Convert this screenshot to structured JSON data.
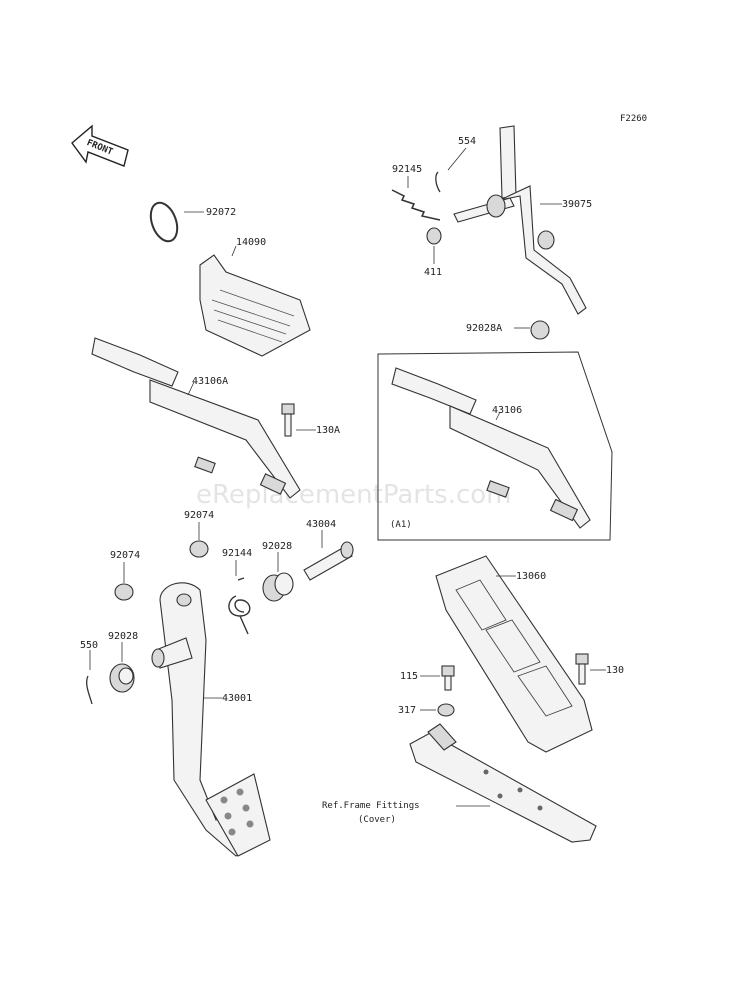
{
  "figure_code": "F2260",
  "front_label": "FRONT",
  "watermark": "eReplacementParts.com",
  "callouts": {
    "p92072": "92072",
    "p14090": "14090",
    "p43106A": "43106A",
    "p130A": "130A",
    "p92074_a": "92074",
    "p92074_b": "92074",
    "p92144": "92144",
    "p92028_a": "92028",
    "p43004": "43004",
    "p550": "550",
    "p92028_b": "92028",
    "p43001": "43001",
    "p554": "554",
    "p92145": "92145",
    "p39075": "39075",
    "p411": "411",
    "p92028A": "92028A",
    "p43106": "43106",
    "pA1": "(A1)",
    "p13060": "13060",
    "p115": "115",
    "p130": "130",
    "p317": "317",
    "ref_line1": "Ref.Frame Fittings",
    "ref_line2": "(Cover)"
  }
}
